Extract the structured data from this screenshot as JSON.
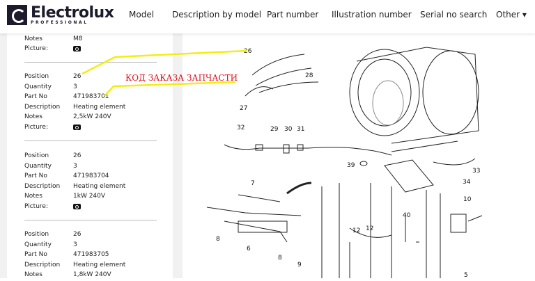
{
  "header": {
    "brand": "Electrolux",
    "brand_sub": "PROFESSIONAL",
    "nav": [
      "Model",
      "Description by model",
      "Part number",
      "Illustration number",
      "Serial no search",
      "Other"
    ]
  },
  "labels": {
    "position": "Position",
    "quantity": "Quantity",
    "part_no": "Part No",
    "description": "Description",
    "notes": "Notes",
    "picture": "Picture:"
  },
  "top_partial": {
    "notes": "M8"
  },
  "parts": [
    {
      "position": "26",
      "quantity": "3",
      "part_no": "471983701",
      "description": "Heating element",
      "notes": "2,5kW 240V"
    },
    {
      "position": "26",
      "quantity": "3",
      "part_no": "471983704",
      "description": "Heating element",
      "notes": "1kW 240V"
    },
    {
      "position": "26",
      "quantity": "3",
      "part_no": "471983705",
      "description": "Heating element",
      "notes": "1,8kW 240V"
    }
  ],
  "annotation": "КОД ЗАКАЗА ЗАПЧАСТИ",
  "annotation_color": "#e0101a",
  "callouts": [
    "26",
    "28",
    "27",
    "32",
    "29",
    "30",
    "31",
    "39",
    "33",
    "34",
    "7",
    "8",
    "6",
    "8",
    "9",
    "12",
    "12",
    "40",
    "10",
    "5"
  ]
}
